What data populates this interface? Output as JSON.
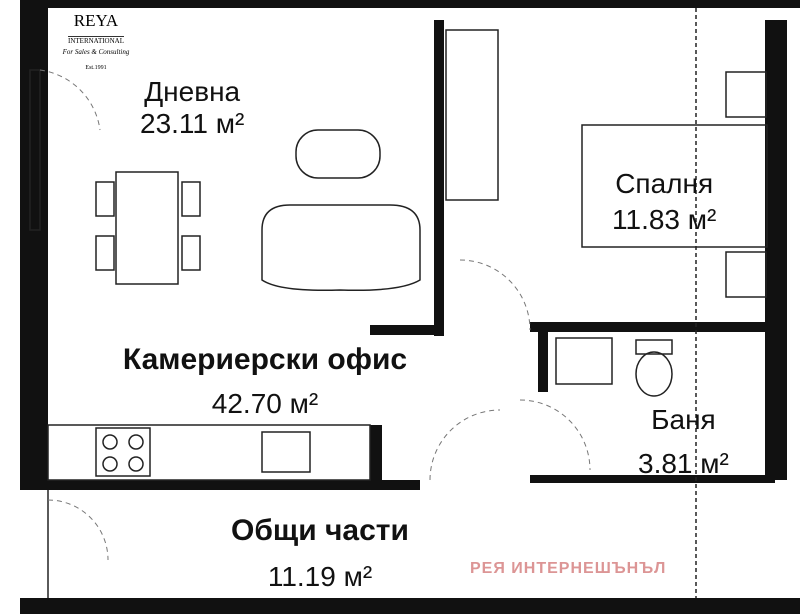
{
  "rooms": {
    "living": {
      "name": "Дневна",
      "area": "23.11 м²"
    },
    "bedroom": {
      "name": "Спалня",
      "area": "11.83 м²"
    },
    "office": {
      "name": "Камериерски офис",
      "area": "42.70 м²"
    },
    "bath": {
      "name": "Баня",
      "area": "3.81 м²"
    },
    "common": {
      "name": "Общи части",
      "area": "11.19 м²"
    }
  },
  "logo": {
    "name": "REYA",
    "sub": "INTERNATIONAL",
    "tagline": "For Sales & Consulting",
    "est": "Est.1991"
  },
  "watermark": "РЕЯ ИНТЕРНЕШЪНЪЛ",
  "colors": {
    "wall": "#111111",
    "watermark": "#d98a8a"
  }
}
